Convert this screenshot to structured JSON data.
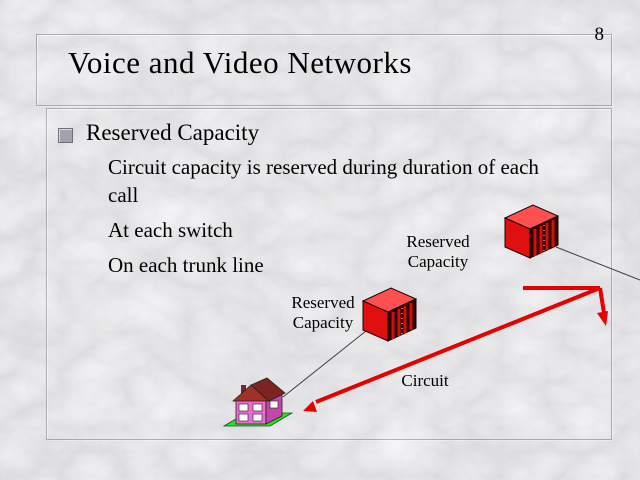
{
  "slide": {
    "page_number": "8",
    "title": "Voice and Video Networks"
  },
  "content": {
    "bullet": "Reserved Capacity",
    "sub_bullets": [
      "Circuit capacity is reserved during duration of each call",
      "At each switch",
      "On each trunk line"
    ]
  },
  "diagram": {
    "upper_switch_label": "Reserved Capacity",
    "middle_switch_label": "Reserved Capacity",
    "circuit_label": "Circuit",
    "icons": [
      "switch-3d-box-icon",
      "switch-3d-box-icon",
      "house-icon"
    ]
  },
  "colors": {
    "arrow_red": "#e60000",
    "switch_front_red": "#e01010",
    "switch_top_red": "#ff5050",
    "switch_side_dark": "#320000",
    "switch_slat_red": "#cc1111",
    "house_front_pink": "#f06ad0",
    "house_side_pink": "#c048a8",
    "roof_brown": "#a03028",
    "grass_green": "#2edc2e",
    "leader_line": "#404040",
    "text": "#000000",
    "bullet_square": "#a2a2ae"
  }
}
